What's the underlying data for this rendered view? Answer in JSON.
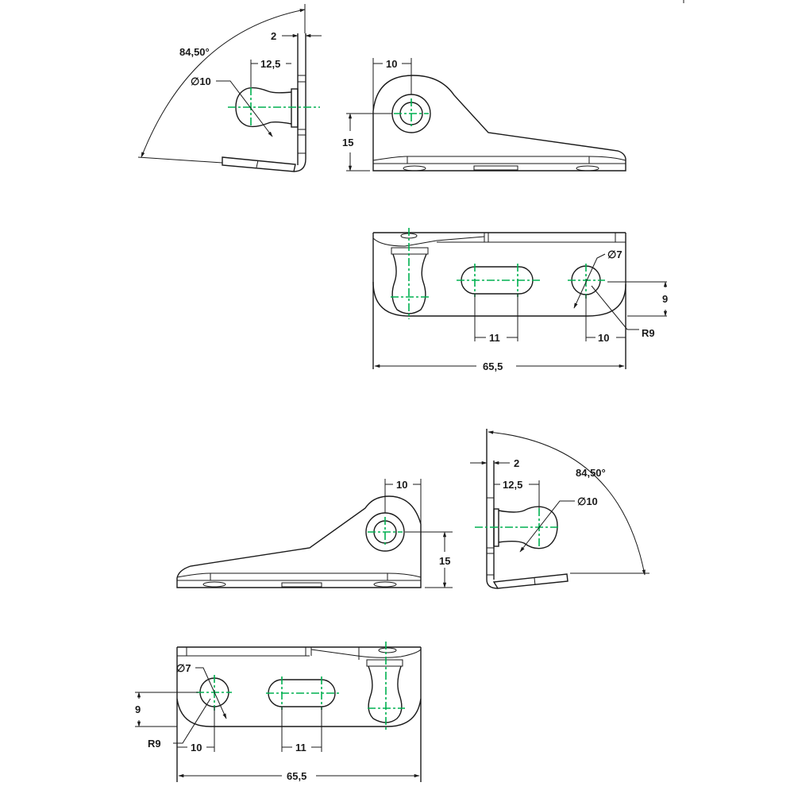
{
  "drawing": {
    "colors": {
      "line": "#1a1a1a",
      "centerline": "#00b050",
      "background": "#ffffff"
    },
    "views": [
      {
        "id": "side-view-top-left",
        "dimensions": {
          "angle": "84,50°",
          "thickness": "2",
          "offset": "12,5",
          "diameter": "∅10"
        }
      },
      {
        "id": "front-view-top-right",
        "dimensions": {
          "hole_offset": "10",
          "height": "15"
        }
      },
      {
        "id": "plan-view-top",
        "dimensions": {
          "hole_diameter": "∅7",
          "vertical": "9",
          "slot_length": "11",
          "edge_offset": "10",
          "radius": "R9",
          "overall_length": "65,5"
        }
      },
      {
        "id": "front-view-bottom-left",
        "dimensions": {
          "hole_offset": "10",
          "height": "15"
        }
      },
      {
        "id": "side-view-bottom-right",
        "dimensions": {
          "angle": "84,50°",
          "thickness": "2",
          "offset": "12,5",
          "diameter": "∅10"
        }
      },
      {
        "id": "plan-view-bottom",
        "dimensions": {
          "hole_diameter": "∅7",
          "vertical": "9",
          "slot_length": "11",
          "edge_offset": "10",
          "radius": "R9",
          "overall_length": "65,5"
        }
      }
    ]
  }
}
